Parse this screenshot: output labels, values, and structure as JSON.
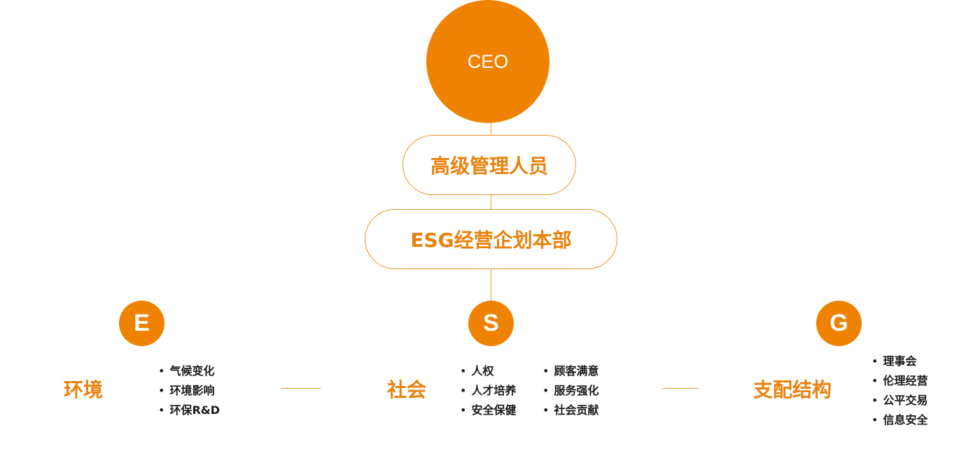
{
  "ceo": {
    "label": "CEO"
  },
  "senior": {
    "label": "高级管理人员"
  },
  "esg_dept": {
    "label": "ESG经营企划本部"
  },
  "pillars": {
    "e": {
      "letter": "E",
      "title": "环境",
      "items": [
        "气候变化",
        "环境影响",
        "环保R&D"
      ]
    },
    "s": {
      "letter": "S",
      "title": "社会",
      "items_left": [
        "人权",
        "人才培养",
        "安全保健"
      ],
      "items_right": [
        "顾客满意",
        "服务强化",
        "社会贡献"
      ]
    },
    "g": {
      "letter": "G",
      "title": "支配结构",
      "items": [
        "理事会",
        "伦理经营",
        "公平交易",
        "信息安全"
      ]
    }
  },
  "colors": {
    "accent": "#ef8200",
    "accent_text": "#e8820e",
    "line": "#e8922b"
  }
}
